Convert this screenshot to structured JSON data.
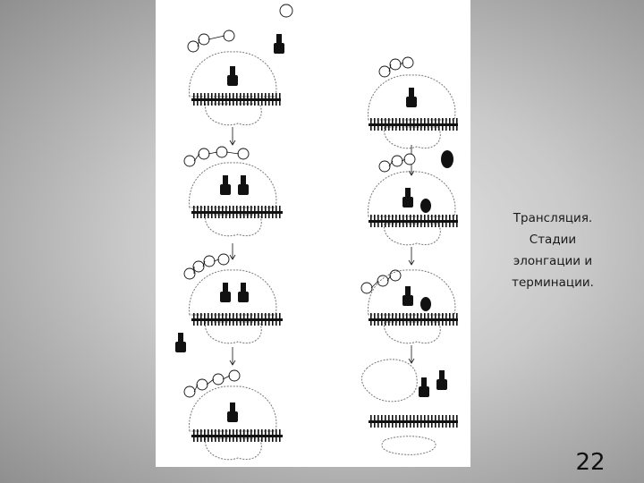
{
  "caption": {
    "lines": [
      "Трансляция.",
      "Стадии",
      "элонгации и",
      "терминации."
    ]
  },
  "slide_number": "22",
  "colors": {
    "background": "#b8b8b8",
    "panel": "#ffffff",
    "ink": "#111111"
  }
}
